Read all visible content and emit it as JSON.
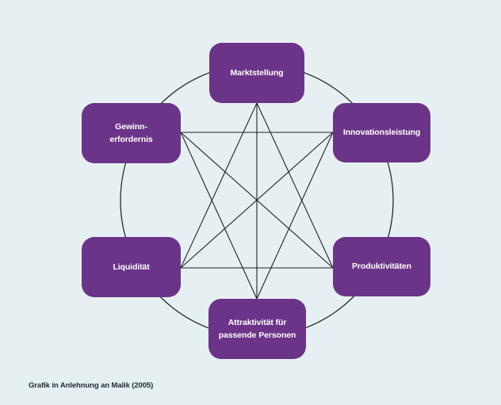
{
  "diagram": {
    "title": "Malik management system variables diagram",
    "nodes": [
      {
        "id": "marktstellung",
        "position": "top",
        "label": "Marktstellung"
      },
      {
        "id": "gewinnerfordernis",
        "position": "upper-left",
        "label": "Gewinn-\nerfordernis"
      },
      {
        "id": "innovationsleistung",
        "position": "upper-right",
        "label": "Innovationsleistung"
      },
      {
        "id": "liquiditaet",
        "position": "lower-left",
        "label": "Liquidität"
      },
      {
        "id": "produktivitaeten",
        "position": "lower-right",
        "label": "Produktivitäten"
      },
      {
        "id": "attraktivitaet",
        "position": "bottom",
        "label": "Attraktivität für\npassende Personen"
      }
    ],
    "edges": [
      [
        "Marktstellung",
        "Attraktivität für passende Personen"
      ],
      [
        "Marktstellung",
        "Liquidität"
      ],
      [
        "Marktstellung",
        "Produktivitäten"
      ],
      [
        "Gewinn-erfordernis",
        "Innovationsleistung"
      ],
      [
        "Gewinn-erfordernis",
        "Produktivitäten"
      ],
      [
        "Gewinn-erfordernis",
        "Attraktivität für passende Personen"
      ],
      [
        "Innovationsleistung",
        "Liquidität"
      ],
      [
        "Innovationsleistung",
        "Attraktivität für passende Personen"
      ],
      [
        "Liquidität",
        "Produktivitäten"
      ]
    ],
    "circle_links_adjacent_nodes": true
  },
  "caption": {
    "text": "Grafik in Anlehnung an Malik (2005)"
  },
  "colors": {
    "background": "#e6f0f2",
    "node_fill": "#6b3488",
    "node_text": "#ffffff",
    "line": "#222222",
    "caption_text": "#1c2a33"
  }
}
